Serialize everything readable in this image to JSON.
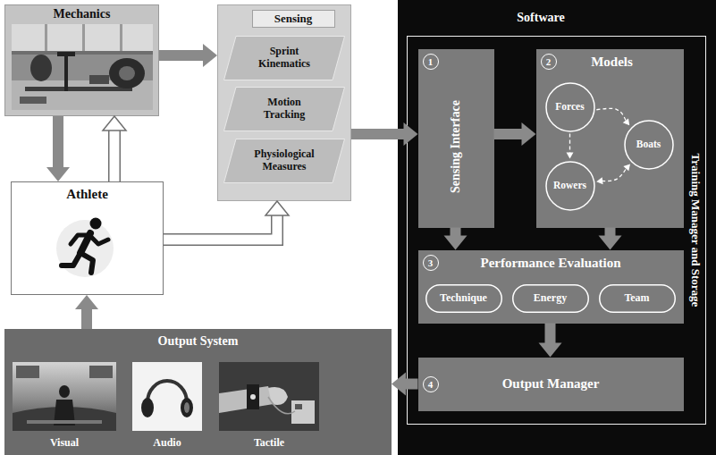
{
  "diagram": {
    "nodes": [
      {
        "text": [
          "Mechanics"
        ]
      },
      {
        "text": [
          "Sensing"
        ]
      },
      {
        "text": [
          "Sprint Kinematics"
        ],
        "in": 1
      },
      {
        "text": [
          "Motion Tracking"
        ],
        "in": 1
      },
      {
        "text": [
          "Physiological Measures"
        ],
        "in": 1
      },
      {
        "text": [
          "Athlete"
        ]
      },
      {
        "text": [
          "Software"
        ]
      },
      {
        "text": [
          "Training Manager and Storage"
        ],
        "in": 6
      },
      {
        "text": [
          "1",
          "Sensing Interface"
        ],
        "in": 7
      },
      {
        "text": [
          "2",
          "Models"
        ],
        "in": 7
      },
      {
        "text": [
          "Forces"
        ],
        "in": 9
      },
      {
        "text": [
          "Boats"
        ],
        "in": 9
      },
      {
        "text": [
          "Rowers"
        ],
        "in": 9
      },
      {
        "text": [
          "3",
          "Performance Evaluation"
        ],
        "in": 7
      },
      {
        "text": [
          "Technique"
        ],
        "in": 13
      },
      {
        "text": [
          "Energy"
        ],
        "in": 13
      },
      {
        "text": [
          "Team"
        ],
        "in": 13
      },
      {
        "text": [
          "4",
          "Output Manager"
        ],
        "in": 7
      },
      {
        "text": [
          "Output System"
        ]
      },
      {
        "text": [
          "Visual"
        ],
        "in": 18
      },
      {
        "text": [
          "Audio"
        ],
        "in": 18
      },
      {
        "text": [
          "Tactile"
        ],
        "in": 18
      }
    ],
    "edges": [
      {
        "from": 0,
        "to": 1,
        "arrow": "to"
      },
      {
        "from": 0,
        "to": 5,
        "arrow": "to"
      },
      {
        "from": 5,
        "to": 0,
        "arrow": "to"
      },
      {
        "from": 5,
        "to": 1,
        "arrow": "to"
      },
      {
        "from": 1,
        "to": 8,
        "arrow": "to"
      },
      {
        "from": 8,
        "to": 9,
        "arrow": "to"
      },
      {
        "from": 8,
        "to": 13,
        "arrow": "to"
      },
      {
        "from": 9,
        "to": 13,
        "arrow": "to"
      },
      {
        "from": 13,
        "to": 17,
        "arrow": "to"
      },
      {
        "from": 17,
        "to": 18,
        "arrow": "to"
      },
      {
        "from": 18,
        "to": 5,
        "arrow": "to"
      },
      {
        "from": 10,
        "to": 11,
        "arrow": "to"
      },
      {
        "from": 10,
        "to": 12,
        "arrow": "to"
      },
      {
        "from": 12,
        "to": 11,
        "arrow": "both"
      }
    ]
  }
}
